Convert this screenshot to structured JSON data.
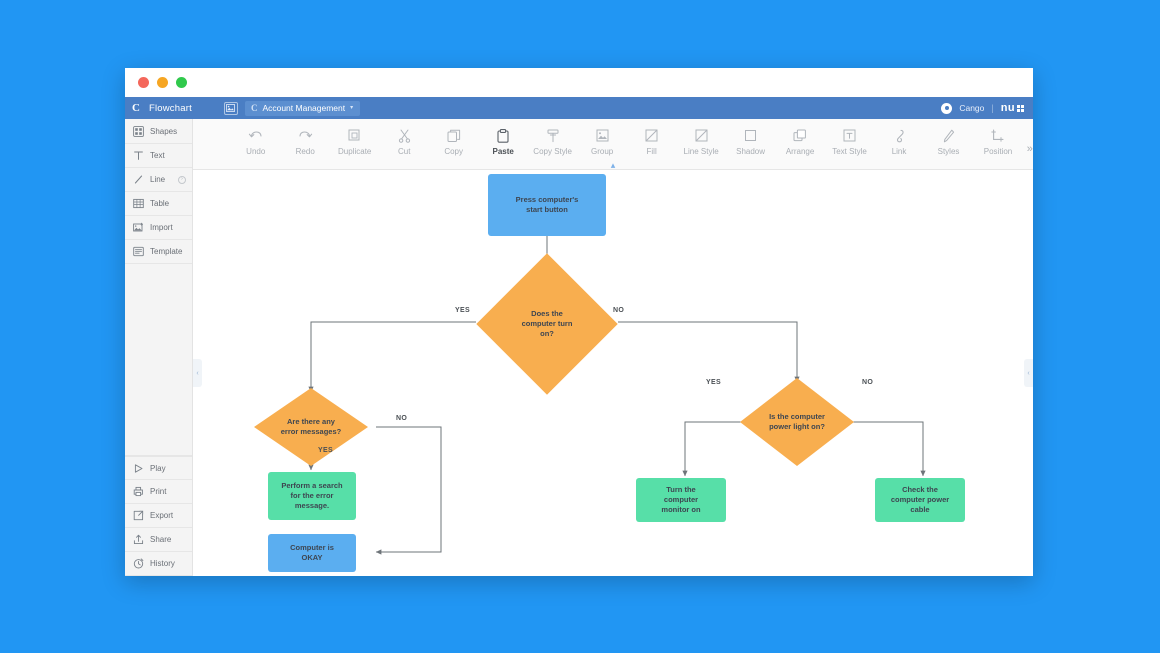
{
  "window": {
    "traffic_lights": [
      "close",
      "minimize",
      "maximize"
    ]
  },
  "header": {
    "brand_mark": "C",
    "app_title": "Flowchart",
    "image_icon": "image-icon",
    "document_tab": {
      "mark": "C",
      "label": "Account Management",
      "caret": "▾"
    },
    "account_label": "Cango",
    "divider": "|",
    "vendor_logo": "nu"
  },
  "sidebar": {
    "top_items": [
      {
        "label": "Shapes",
        "icon": "shapes-icon"
      },
      {
        "label": "Text",
        "icon": "text-icon"
      },
      {
        "label": "Line",
        "icon": "line-icon",
        "chevron": "›"
      },
      {
        "label": "Table",
        "icon": "table-icon"
      },
      {
        "label": "Import",
        "icon": "import-icon"
      },
      {
        "label": "Template",
        "icon": "template-icon"
      }
    ],
    "bottom_items": [
      {
        "label": "Play",
        "icon": "play-icon"
      },
      {
        "label": "Print",
        "icon": "print-icon"
      },
      {
        "label": "Export",
        "icon": "export-icon"
      },
      {
        "label": "Share",
        "icon": "share-icon"
      },
      {
        "label": "History",
        "icon": "history-icon"
      }
    ]
  },
  "toolbar": {
    "items": [
      {
        "label": "Undo",
        "icon": "undo-icon",
        "active": false
      },
      {
        "label": "Redo",
        "icon": "redo-icon",
        "active": false
      },
      {
        "label": "Duplicate",
        "icon": "duplicate-icon",
        "active": false
      },
      {
        "label": "Cut",
        "icon": "scissors-icon",
        "active": false
      },
      {
        "label": "Copy",
        "icon": "copy-icon",
        "active": false
      },
      {
        "label": "Paste",
        "icon": "clipboard-icon",
        "active": true
      },
      {
        "label": "Copy Style",
        "icon": "copy-style-icon",
        "active": false
      },
      {
        "label": "Group",
        "icon": "group-icon",
        "active": false
      },
      {
        "label": "Fill",
        "icon": "fill-icon",
        "active": false
      },
      {
        "label": "Line Style",
        "icon": "line-style-icon",
        "active": false
      },
      {
        "label": "Shadow",
        "icon": "shadow-icon",
        "active": false
      },
      {
        "label": "Arrange",
        "icon": "arrange-icon",
        "active": false
      },
      {
        "label": "Text Style",
        "icon": "text-style-icon",
        "active": false
      },
      {
        "label": "Link",
        "icon": "link-icon",
        "active": false
      },
      {
        "label": "Styles",
        "icon": "styles-icon",
        "active": false
      },
      {
        "label": "Position",
        "icon": "position-icon",
        "active": false
      }
    ],
    "overflow": "»",
    "collapse": "▴"
  },
  "canvas": {
    "left_handle": "‹",
    "right_handle": "‹",
    "colors": {
      "blue": "#5BAEF0",
      "orange": "#F8AE4F",
      "green": "#57DFA8",
      "text": "#3E4651",
      "edge": "#6E7479"
    },
    "nodes": [
      {
        "id": "start",
        "type": "rect",
        "color": "blue",
        "label": "Press computer's\nstart button"
      },
      {
        "id": "turn_on",
        "type": "diamond",
        "color": "orange",
        "label": "Does the\ncomputer turn\non?"
      },
      {
        "id": "errors",
        "type": "diamond",
        "color": "orange",
        "label": "Are there any\nerror messages?"
      },
      {
        "id": "power_light",
        "type": "diamond",
        "color": "orange",
        "label": "Is the computer\npower light on?"
      },
      {
        "id": "search_error",
        "type": "rect",
        "color": "green",
        "label": "Perform a search\nfor the error\nmessage."
      },
      {
        "id": "computer_okay",
        "type": "rect",
        "color": "blue",
        "label": "Computer is\nOKAY"
      },
      {
        "id": "monitor_on",
        "type": "rect",
        "color": "green",
        "label": "Turn the\ncomputer\nmonitor on"
      },
      {
        "id": "check_cable",
        "type": "rect",
        "color": "green",
        "label": "Check the\ncomputer power\ncable"
      }
    ],
    "edge_labels": [
      {
        "id": "yes-turn-on",
        "text": "YES"
      },
      {
        "id": "no-turn-on",
        "text": "NO"
      },
      {
        "id": "yes-errors",
        "text": "YES"
      },
      {
        "id": "no-errors",
        "text": "NO"
      },
      {
        "id": "yes-power-light",
        "text": "YES"
      },
      {
        "id": "no-power-light",
        "text": "NO"
      }
    ]
  }
}
